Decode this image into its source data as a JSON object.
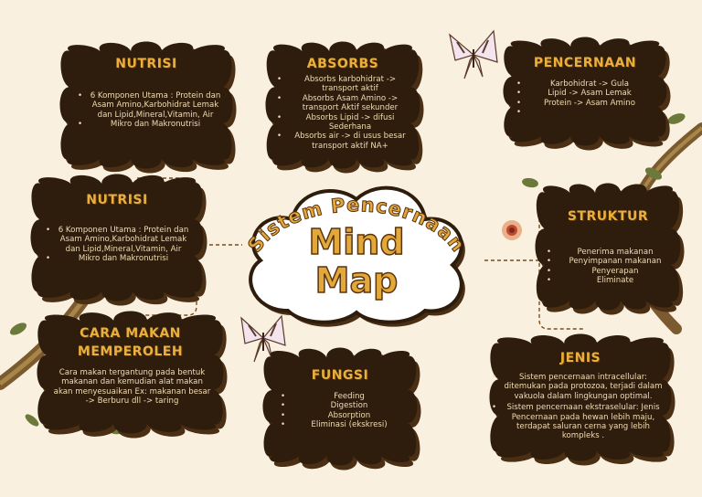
{
  "center": {
    "arc_text": "Sistem Pencernaan",
    "line1": "Mind",
    "line2": "Map"
  },
  "nodes": {
    "nutrisi_top": {
      "title": "NUTRISI",
      "items": [
        "6 Komponen Utama : Protein dan Asam Amino,Karbohidrat Lemak dan Lipid,Mineral,Vitamin, Air",
        "Mikro dan Makronutrisi"
      ]
    },
    "absorbs": {
      "title": "ABSORBS",
      "items": [
        "Absorbs karbohidrat -> transport aktif",
        "Absorbs Asam Amino -> transport Aktif sekunder",
        "Absorbs Lipid -> difusi Sederhana",
        "Absorbs air -> di usus besar transport aktif NA+"
      ]
    },
    "pencernaan": {
      "title": "PENCERNAAN",
      "items": [
        "Karbohidrat -> Gula",
        "Lipid -> Asam Lemak",
        "Protein -> Asam Amino",
        ""
      ]
    },
    "nutrisi_left": {
      "title": "NUTRISI",
      "items": [
        "6 Komponen Utama : Protein dan Asam Amino,Karbohidrat Lemak dan Lipid,Mineral,Vitamin, Air",
        "Mikro dan Makronutrisi"
      ]
    },
    "struktur": {
      "title": "STRUKTUR",
      "items": [
        "Penerima makanan",
        "Penyimpanan makanan",
        "Penyerapan",
        "Eliminate"
      ]
    },
    "cara_makan": {
      "title_line1": "CARA MAKAN",
      "title_line2": "MEMPEROLEH",
      "body": "Cara makan tergantung pada bentuk makanan dan kemudian alat makan akan menyesuaikan Ex: makanan besar -> Berburu dll -> taring"
    },
    "fungsi": {
      "title": "FUNGSI",
      "items": [
        "Feeding",
        "Digestion",
        "Absorption",
        "Eliminasi (ekskresi)"
      ]
    },
    "jenis": {
      "title": "JENIS",
      "items": [
        "Sistem pencernaan intracellular: ditemukan pada protozoa, terjadi dalam vakuola dalam lingkungan optimal.",
        "Sistem pencernaan ekstraselular: Jenis Pencernaan pada hewan lebih maju, terdapat saluran cerna yang lebih kompleks ."
      ]
    }
  },
  "colors": {
    "background": "#faf0e0",
    "cloud_fill": "#2e1d0c",
    "cloud_shadow": "#4a2f14",
    "title": "#eab03b",
    "text": "#f2dcb5",
    "connector": "#7a4a1e"
  }
}
